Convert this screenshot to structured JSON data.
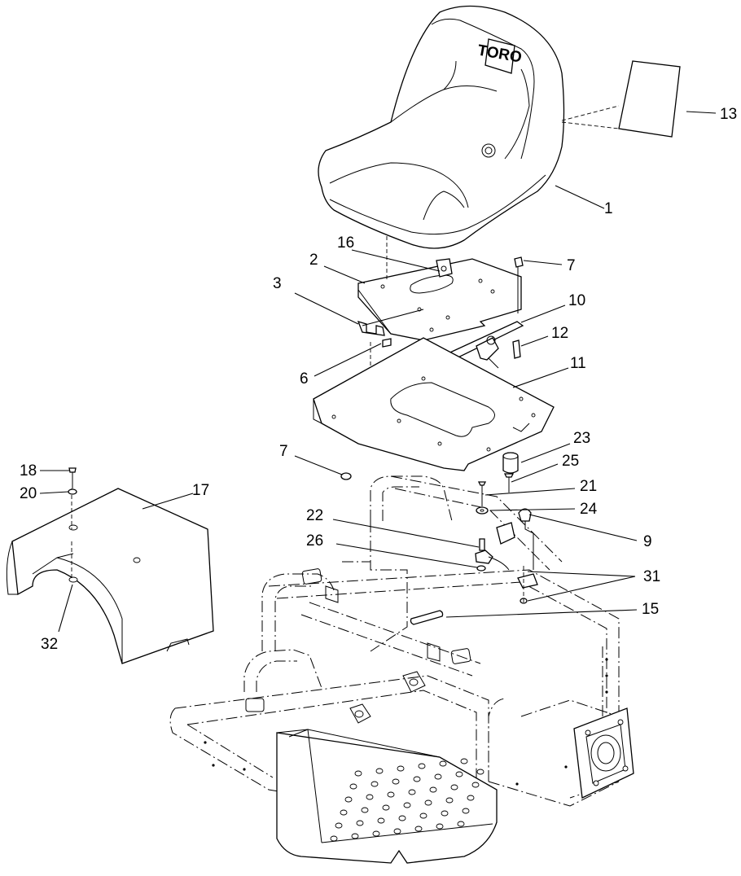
{
  "seat_logo_text": "TORO",
  "callouts": [
    {
      "id": "1",
      "text": "1"
    },
    {
      "id": "2",
      "text": "2"
    },
    {
      "id": "3",
      "text": "3"
    },
    {
      "id": "6",
      "text": "6"
    },
    {
      "id": "7a",
      "text": "7"
    },
    {
      "id": "7b",
      "text": "7"
    },
    {
      "id": "9",
      "text": "9"
    },
    {
      "id": "10",
      "text": "10"
    },
    {
      "id": "11",
      "text": "11"
    },
    {
      "id": "12",
      "text": "12"
    },
    {
      "id": "13",
      "text": "13"
    },
    {
      "id": "15",
      "text": "15"
    },
    {
      "id": "16",
      "text": "16"
    },
    {
      "id": "17",
      "text": "17"
    },
    {
      "id": "18",
      "text": "18"
    },
    {
      "id": "20",
      "text": "20"
    },
    {
      "id": "21",
      "text": "21"
    },
    {
      "id": "22",
      "text": "22"
    },
    {
      "id": "23",
      "text": "23"
    },
    {
      "id": "24",
      "text": "24"
    },
    {
      "id": "25",
      "text": "25"
    },
    {
      "id": "26",
      "text": "26"
    },
    {
      "id": "31",
      "text": "31"
    },
    {
      "id": "32",
      "text": "32"
    }
  ]
}
